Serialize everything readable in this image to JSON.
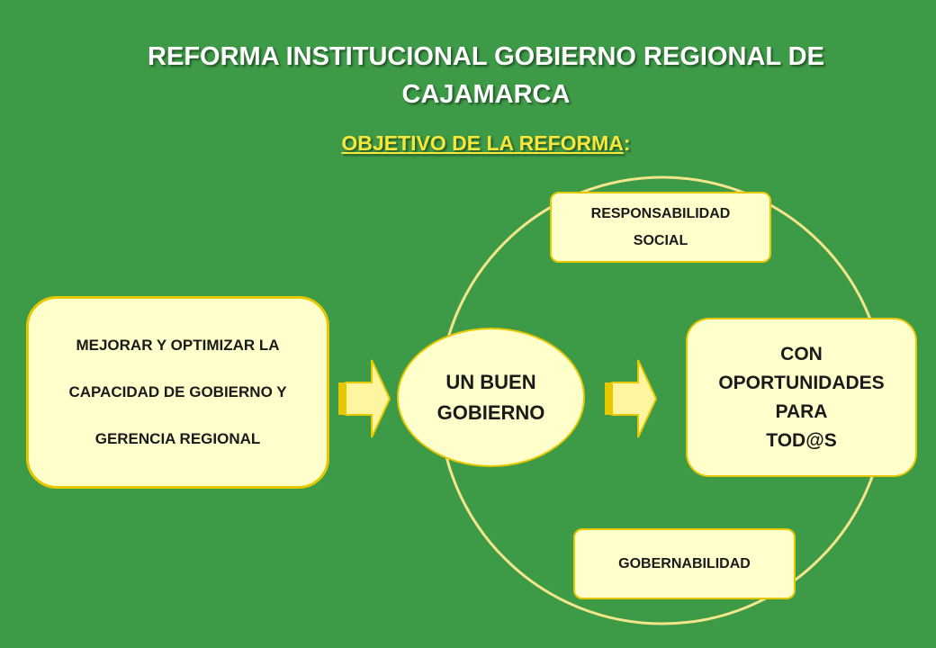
{
  "title": "REFORMA INSTITUCIONAL GOBIERNO REGIONAL DE CAJAMARCA",
  "subtitle": {
    "underlined": "OBJETIVO DE LA REFORMA",
    "suffix": ":"
  },
  "diagram": {
    "left_box": {
      "line1": "MEJORAR Y OPTIMIZAR LA",
      "line2": "CAPACIDAD DE GOBIERNO Y",
      "line3": "GERENCIA REGIONAL"
    },
    "center": "UN BUEN\nGOBIERNO",
    "top": "RESPONSABILIDAD\nSOCIAL",
    "right": "CON\nOPORTUNIDADES\nPARA\nTOD@S",
    "bottom": "GOBERNABILIDAD"
  },
  "colors": {
    "background": "#3d9a46",
    "box_fill": "#ffffcc",
    "box_border": "#e6c800",
    "title_text": "#ffffff",
    "subtitle_text": "#f5e83a",
    "arrow": "#f0dc1e"
  },
  "icons": [
    "right-arrow-icon",
    "right-arrow-icon"
  ]
}
